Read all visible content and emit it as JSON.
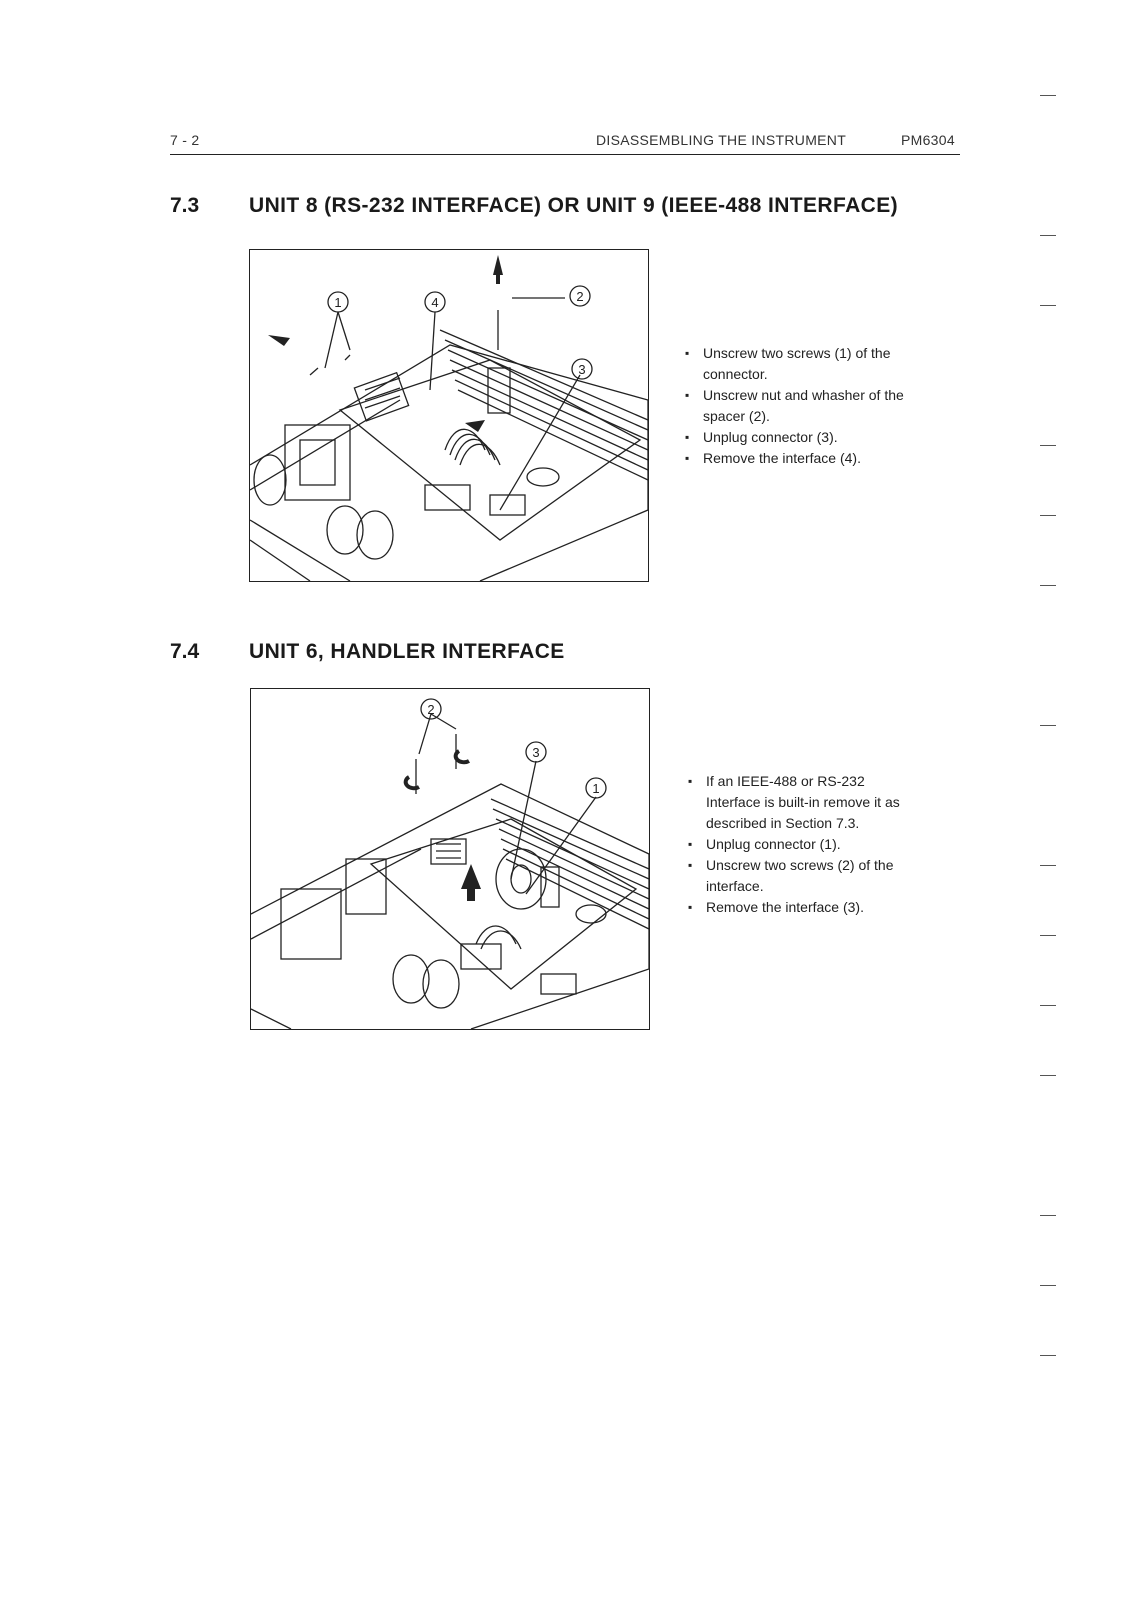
{
  "header": {
    "page": "7 - 2",
    "title": "DISASSEMBLING THE INSTRUMENT",
    "code": "PM6304"
  },
  "sections": [
    {
      "number": "7.3",
      "title": "UNIT 8 (RS-232 INTERFACE) OR UNIT 9 (IEEE-488 INTERFACE)",
      "figure": {
        "callouts": [
          "1",
          "4",
          "2",
          "3"
        ]
      },
      "steps": [
        "Unscrew two screws (1) of the connector.",
        "Unscrew nut and whasher of the spacer (2).",
        "Unplug connector (3).",
        "Remove the interface (4)."
      ]
    },
    {
      "number": "7.4",
      "title": "UNIT 6, HANDLER INTERFACE",
      "figure": {
        "callouts": [
          "2",
          "3",
          "1"
        ]
      },
      "steps": [
        "If an IEEE-488 or RS-232 Interface is built-in remove it as described in Section 7.3.",
        "Unplug connector (1).",
        "Unscrew two screws (2) of the interface.",
        "Remove the interface (3)."
      ]
    }
  ]
}
